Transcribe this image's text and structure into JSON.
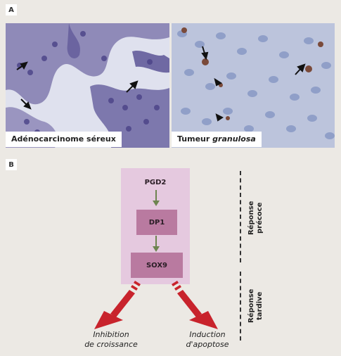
{
  "panel_a": {
    "label": "A",
    "left_caption": "Adénocarcinome séreux",
    "right_caption_prefix": "Tumeur ",
    "right_caption_italic": "granulosa"
  },
  "panel_b": {
    "label": "B",
    "nodes": {
      "top": "PGD2",
      "middle": "DP1",
      "bottom": "SOX9"
    },
    "early_response": {
      "line1": "Réponse",
      "line2": "précoce"
    },
    "late_response": {
      "line1": "Réponse",
      "line2": "tardive"
    },
    "outcomes": {
      "left": [
        "Inhibition",
        "de croissance"
      ],
      "right": [
        "Induction",
        "d'apoptose"
      ]
    },
    "colors": {
      "pathway_box": "#e5c9df",
      "node_fill": "#b97aa0",
      "small_arrow": "#6e8450",
      "big_arrow": "#c8232c"
    }
  }
}
